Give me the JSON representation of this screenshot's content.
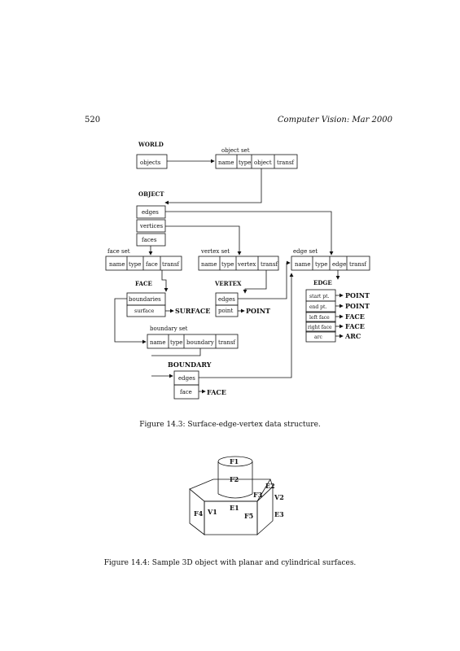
{
  "header": {
    "page_number": "520",
    "running_title": "Computer Vision: Mar 2000"
  },
  "figure1": {
    "caption": "Figure 14.3: Surface-edge-vertex data structure.",
    "world": {
      "label": "WORLD",
      "field": "objects"
    },
    "object_set": {
      "label": "object set",
      "cells": [
        "name",
        "type",
        "object",
        "transf"
      ]
    },
    "object": {
      "label": "OBJECT",
      "fields": [
        "edges",
        "vertices",
        "faces"
      ]
    },
    "face_set": {
      "label": "face set",
      "cells": [
        "name",
        "type",
        "face",
        "transf"
      ]
    },
    "vertex_set": {
      "label": "vertex set",
      "cells": [
        "name",
        "type",
        "vertex",
        "transf"
      ]
    },
    "edge_set": {
      "label": "edge set",
      "cells": [
        "name",
        "type",
        "edge",
        "transf"
      ]
    },
    "face": {
      "label": "FACE",
      "fields": [
        "boundaries",
        "surface"
      ],
      "surface_ref": "SURFACE"
    },
    "vertex": {
      "label": "VERTEX",
      "fields": [
        "edges",
        "point"
      ],
      "point_ref": "POINT"
    },
    "edge": {
      "label": "EDGE",
      "fields": [
        "start pt.",
        "end pt.",
        "left face",
        "right face",
        "arc"
      ],
      "refs": [
        "POINT",
        "POINT",
        "FACE",
        "FACE",
        "ARC"
      ]
    },
    "boundary_set": {
      "label": "boundary set",
      "cells": [
        "name",
        "type",
        "boundary",
        "transf"
      ]
    },
    "boundary": {
      "label": "BOUNDARY",
      "fields": [
        "edges",
        "face"
      ],
      "face_ref": "FACE"
    }
  },
  "figure2": {
    "caption": "Figure 14.4: Sample 3D object with planar and cylindrical surfaces.",
    "labels": {
      "F1": "F1",
      "F2": "F2",
      "F3": "F3",
      "F4": "F4",
      "F5": "F5",
      "E1": "E1",
      "E2": "E2",
      "E3": "E3",
      "V1": "V1",
      "V2": "V2"
    }
  }
}
